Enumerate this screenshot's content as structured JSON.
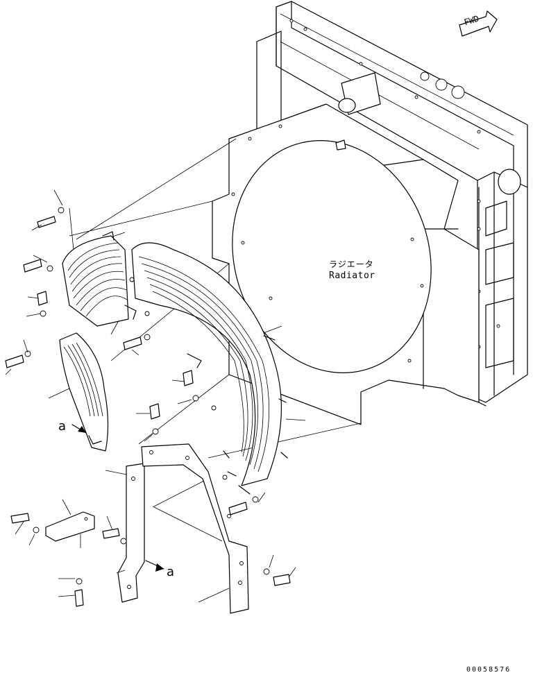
{
  "diagram": {
    "radiator_label_jp": "ラジエータ",
    "radiator_label_en": "Radiator",
    "direction_label": "FWD",
    "view_marker_1": "a",
    "view_marker_2": "a",
    "figure_code": "00058576"
  }
}
